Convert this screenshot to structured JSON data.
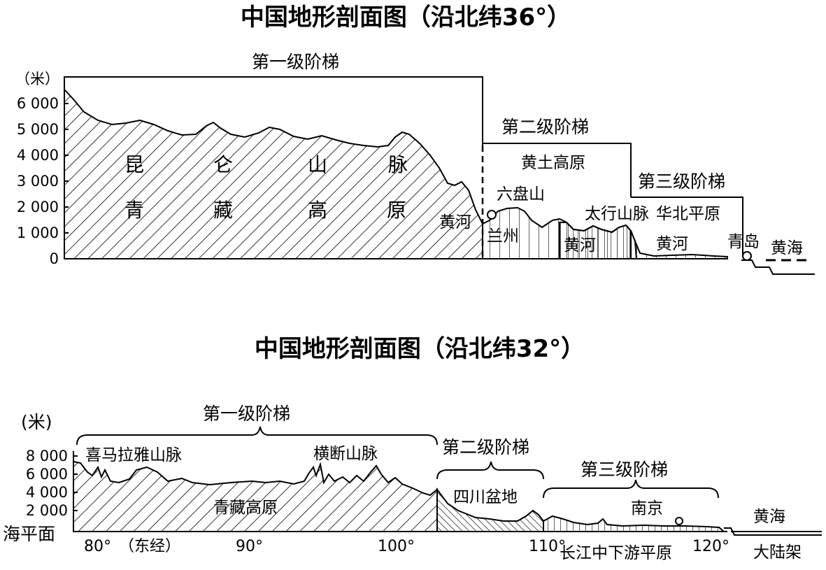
{
  "colors": {
    "ink": "#000000",
    "paper": "#ffffff"
  },
  "top": {
    "title": "中国地形剖面图（沿北纬36°）",
    "unit": "（米）",
    "y_ticks": [
      "6 000",
      "5 000",
      "4 000",
      "3 000",
      "2 000",
      "1 000",
      "0"
    ],
    "steps": {
      "first": "第一级阶梯",
      "second": "第二级阶梯",
      "third": "第三级阶梯"
    },
    "labels": {
      "kunlun": [
        "昆",
        "仑",
        "山",
        "脉"
      ],
      "qingzang": [
        "青",
        "藏",
        "高",
        "原"
      ],
      "huangtu": "黄土高原",
      "liupan": "六盘山",
      "taihang": "太行山脉",
      "huabei": "华北平原",
      "yellow_river_1": "黄河",
      "lanzhou": "兰州",
      "yellow_river_2": "黄河",
      "yellow_river_3": "黄河",
      "qingdao": "青岛",
      "yellow_sea": "黄海"
    }
  },
  "bottom": {
    "title": "中国地形剖面图（沿北纬32°）",
    "unit": "(米)",
    "y_ticks": [
      "8 000",
      "6 000",
      "4 000",
      "2 000"
    ],
    "sea_level": "海平面",
    "steps": {
      "first": "第一级阶梯",
      "second": "第二级阶梯",
      "third": "第三级阶梯"
    },
    "labels": {
      "himalaya": "喜马拉雅山脉",
      "hengduan": "横断山脉",
      "qingzang": "青藏高原",
      "sichuan": "四川盆地",
      "nanjing": "南京",
      "yangtze": "长江中下游平原",
      "yellow_sea": "黄海",
      "shelf": "大陆架"
    },
    "x_ticks": {
      "t80": "80°",
      "east": "（东经）",
      "t90": "90°",
      "t100": "100°",
      "t110": "110°",
      "t120": "120°"
    }
  }
}
